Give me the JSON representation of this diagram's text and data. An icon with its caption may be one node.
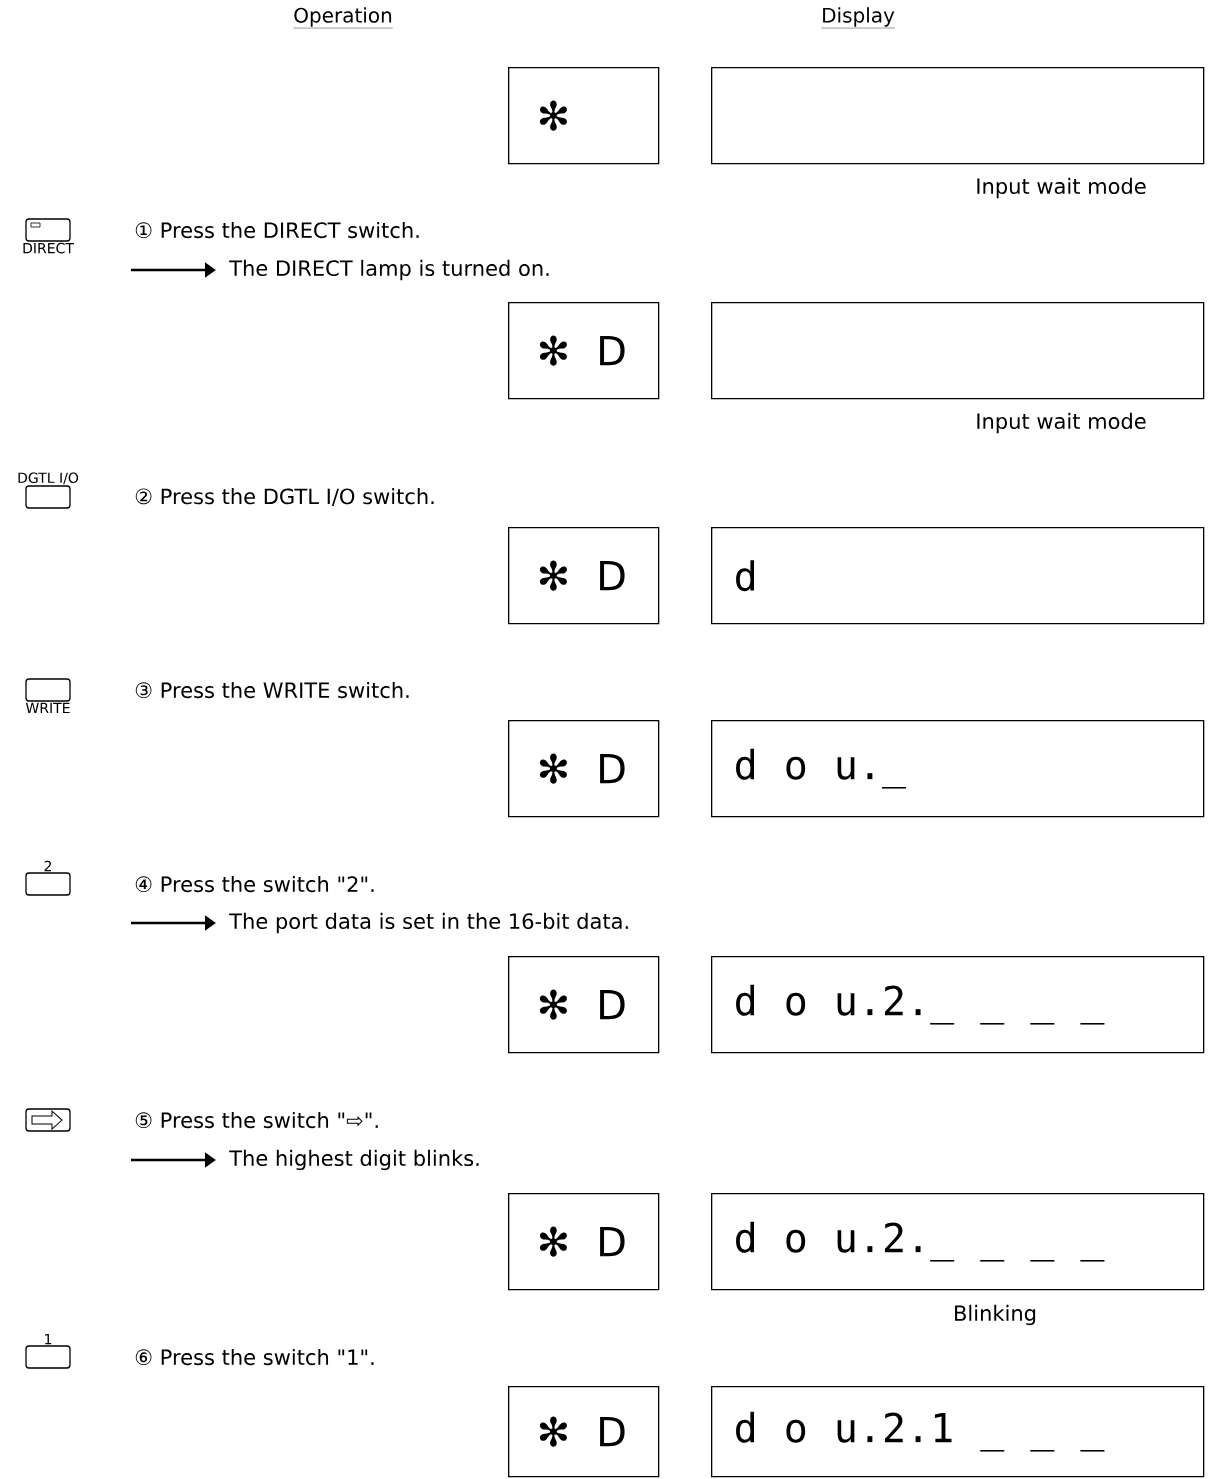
{
  "diagram": {
    "nodes": [
      {
        "text": [
          "✻"
        ]
      },
      {
        "text": [],
        "shape": "box",
        "beside": [
          "Input wait mode"
        ]
      },
      {
        "text": [
          "DIRECT"
        ]
      },
      {
        "text": [
          "✻ D"
        ]
      },
      {
        "text": [],
        "shape": "box",
        "beside": [
          "Input wait mode"
        ]
      },
      {
        "text": [
          "DGTL I/O"
        ]
      },
      {
        "text": [
          "✻ D"
        ]
      },
      {
        "text": [
          "d"
        ]
      },
      {
        "text": [
          "WRITE"
        ]
      },
      {
        "text": [
          "✻ D"
        ]
      },
      {
        "text": [
          "d o u._"
        ]
      },
      {
        "text": [
          "2"
        ]
      },
      {
        "text": [
          "✻ D"
        ]
      },
      {
        "text": [
          "d o u.2._ _ _ _"
        ]
      },
      {
        "text": [],
        "shape": "box"
      },
      {
        "text": [
          "✻ D"
        ]
      },
      {
        "text": [
          "d o u.2._ _ _ _"
        ],
        "beside": [
          "Blinking"
        ]
      },
      {
        "text": [
          "1"
        ]
      },
      {
        "text": [
          "✻ D"
        ]
      },
      {
        "text": [
          "d o u.2.1 _ _ _"
        ]
      }
    ],
    "labels": [
      "Operation",
      "Display",
      "① Press the DIRECT switch.",
      "The DIRECT lamp is turned on.",
      "② Press the DGTL I/O switch.",
      "③ Press the WRITE switch.",
      "④ Press the switch \"2\".",
      "The port data is set in the 16-bit data.",
      "⑤ Press the switch \"⇨\".",
      "The highest digit blinks.",
      "⑥ Press the switch \"1\"."
    ]
  }
}
